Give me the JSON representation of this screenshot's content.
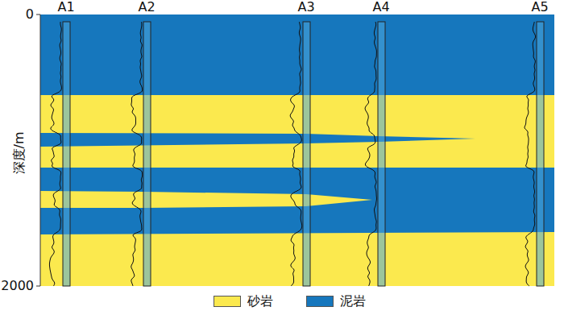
{
  "diagram": {
    "labels": [
      "A1",
      "A2",
      "A3",
      "A4",
      "A5",
      "0",
      "2000",
      "深度/m"
    ],
    "legend": [
      {
        "text": "砂岩",
        "color": "#fbe94e"
      },
      {
        "text": "泥岩",
        "color": "#1677bd"
      }
    ]
  }
}
